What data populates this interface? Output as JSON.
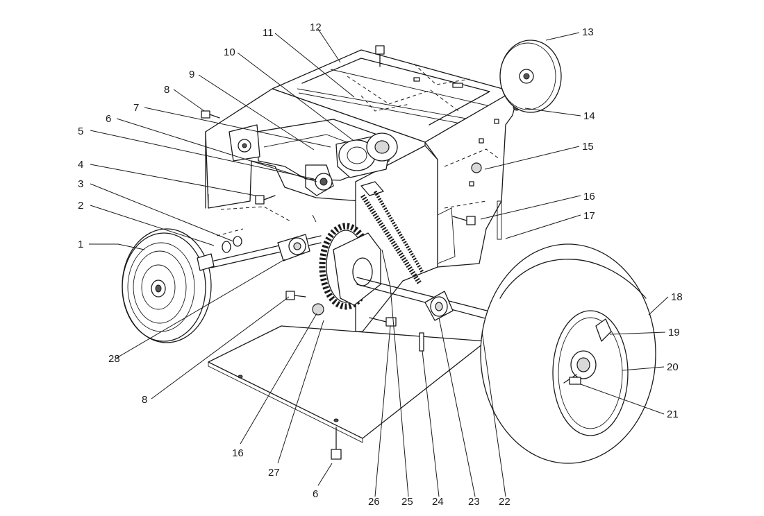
{
  "callouts": [
    {
      "id": "c1",
      "label": "1"
    },
    {
      "id": "c2",
      "label": "2"
    },
    {
      "id": "c3",
      "label": "3"
    },
    {
      "id": "c4",
      "label": "4"
    },
    {
      "id": "c5",
      "label": "5"
    },
    {
      "id": "c6a",
      "label": "6"
    },
    {
      "id": "c7",
      "label": "7"
    },
    {
      "id": "c8a",
      "label": "8"
    },
    {
      "id": "c9",
      "label": "9"
    },
    {
      "id": "c10",
      "label": "10"
    },
    {
      "id": "c11",
      "label": "11"
    },
    {
      "id": "c12",
      "label": "12"
    },
    {
      "id": "c13",
      "label": "13"
    },
    {
      "id": "c14",
      "label": "14"
    },
    {
      "id": "c15",
      "label": "15"
    },
    {
      "id": "c16a",
      "label": "16"
    },
    {
      "id": "c17",
      "label": "17"
    },
    {
      "id": "c18",
      "label": "18"
    },
    {
      "id": "c19",
      "label": "19"
    },
    {
      "id": "c20",
      "label": "20"
    },
    {
      "id": "c21",
      "label": "21"
    },
    {
      "id": "c28",
      "label": "28"
    },
    {
      "id": "c8b",
      "label": "8"
    },
    {
      "id": "c16b",
      "label": "16"
    },
    {
      "id": "c27",
      "label": "27"
    },
    {
      "id": "c6b",
      "label": "6"
    },
    {
      "id": "c26",
      "label": "26"
    },
    {
      "id": "c25",
      "label": "25"
    },
    {
      "id": "c24",
      "label": "24"
    },
    {
      "id": "c23",
      "label": "23"
    },
    {
      "id": "c22",
      "label": "22"
    }
  ]
}
